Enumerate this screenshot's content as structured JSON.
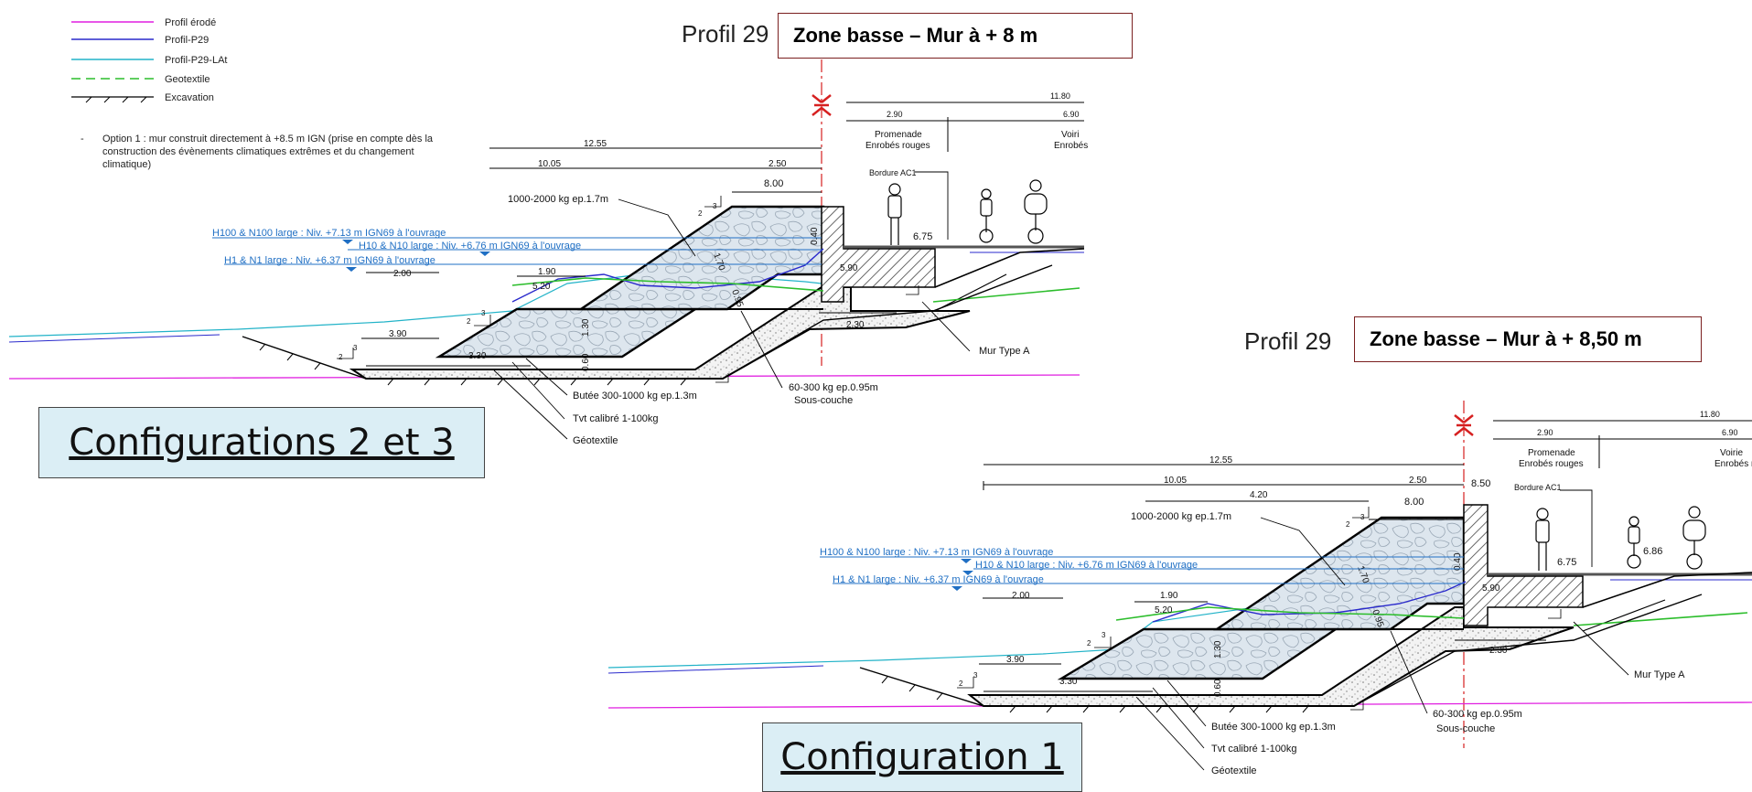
{
  "legend": {
    "items": [
      {
        "label": "Profil érodé",
        "color": "#e01ee0",
        "style": "solid"
      },
      {
        "label": "Profil-P29",
        "color": "#2a2acc",
        "style": "solid"
      },
      {
        "label": "Profil-P29-LAt",
        "color": "#22b3c8",
        "style": "solid"
      },
      {
        "label": "Geotextile",
        "color": "#2bbd2b",
        "style": "dashed"
      },
      {
        "label": "Excavation",
        "color": "#000000",
        "style": "ticked"
      }
    ],
    "note_dash": "-",
    "note_lines": [
      "Option 1 : mur construit directement à +8.5 m IGN (prise en compte dès la",
      "construction des évènements climatiques extrêmes et du changement",
      "climatique)"
    ]
  },
  "top": {
    "profil_label": "Profil 29",
    "title": "Zone basse – Mur à + 8 m",
    "config_label": "Configurations 2 et 3",
    "dims": {
      "total": "11.80",
      "promenade_w": "2.90",
      "voirie_w": "6.90",
      "d1255": "12.55",
      "d1005": "10.05",
      "d250": "2.50",
      "d800": "8.00",
      "d200": "2.00",
      "d190": "1.90",
      "d520": "5.20",
      "d390": "3.90",
      "d330": "3.30",
      "d230": "2.30",
      "d675": "6.75",
      "d590": "5.90",
      "v040": "0.40",
      "v170": "1.70",
      "v095": "0.95",
      "v130": "1.30",
      "v060": "0.60",
      "slope3": "3",
      "slope2": "2"
    },
    "labels": {
      "promenade": "Promenade",
      "promenade2": "Enrobés rouges",
      "voirie": "Voiri",
      "voirie2": "Enrobés",
      "bordure": "Bordure AC1",
      "h100": "H100 & N100 large : Niv. +7.13 m IGN69 à l'ouvrage",
      "h10": "H10 & N10 large : Niv. +6.76 m IGN69 à l'ouvrage",
      "h1": "H1 & N1 large : Niv. +6.37 m IGN69 à l'ouvrage",
      "rock1": "1000-2000 kg ep.1.7m",
      "butee": "Butée 300-1000 kg ep.1.3m",
      "tvt": "Tvt calibré 1-100kg",
      "geo": "Géotextile",
      "sous1": "60-300 kg ep.0.95m",
      "sous2": "Sous-couche",
      "mur": "Mur Type A"
    }
  },
  "bottom": {
    "profil_label": "Profil 29",
    "title": "Zone basse – Mur à + 8,50 m",
    "config_label": "Configuration 1",
    "dims": {
      "total": "11.80",
      "promenade_w": "2.90",
      "voirie_w": "6.90",
      "d1255": "12.55",
      "d1005": "10.05",
      "d420": "4.20",
      "d250": "2.50",
      "d800": "8.00",
      "d850": "8.50",
      "d200": "2.00",
      "d190": "1.90",
      "d520": "5.20",
      "d390": "3.90",
      "d330": "3.30",
      "d230": "2.30",
      "d675": "6.75",
      "d686": "6.86",
      "d590": "5.90",
      "v040": "0.40",
      "v170": "1.70",
      "v095": "0.95",
      "v130": "1.30",
      "v060": "0.60",
      "slope3": "3",
      "slope2": "2"
    },
    "labels": {
      "promenade": "Promenade",
      "promenade2": "Enrobés rouges",
      "voirie": "Voirie",
      "voirie2": "Enrobés r",
      "bordure": "Bordure AC1",
      "h100": "H100 & N100 large : Niv. +7.13 m IGN69 à l'ouvrage",
      "h10": "H10 & N10 large : Niv. +6.76 m IGN69 à l'ouvrage",
      "h1": "H1 & N1 large : Niv. +6.37 m IGN69 à l'ouvrage",
      "rock1": "1000-2000 kg ep.1.7m",
      "butee": "Butée 300-1000 kg ep.1.3m",
      "tvt": "Tvt calibré 1-100kg",
      "geo": "Géotextile",
      "sous1": "60-300 kg ep.0.95m",
      "sous2": "Sous-couche",
      "mur": "Mur Type A"
    }
  },
  "colors": {
    "rock_fill": "#dde6ee",
    "water_label": "#1f6fc4",
    "axis_red": "#d62020",
    "title_border": "#7a1f1f",
    "config_bg": "#dbeef5"
  }
}
